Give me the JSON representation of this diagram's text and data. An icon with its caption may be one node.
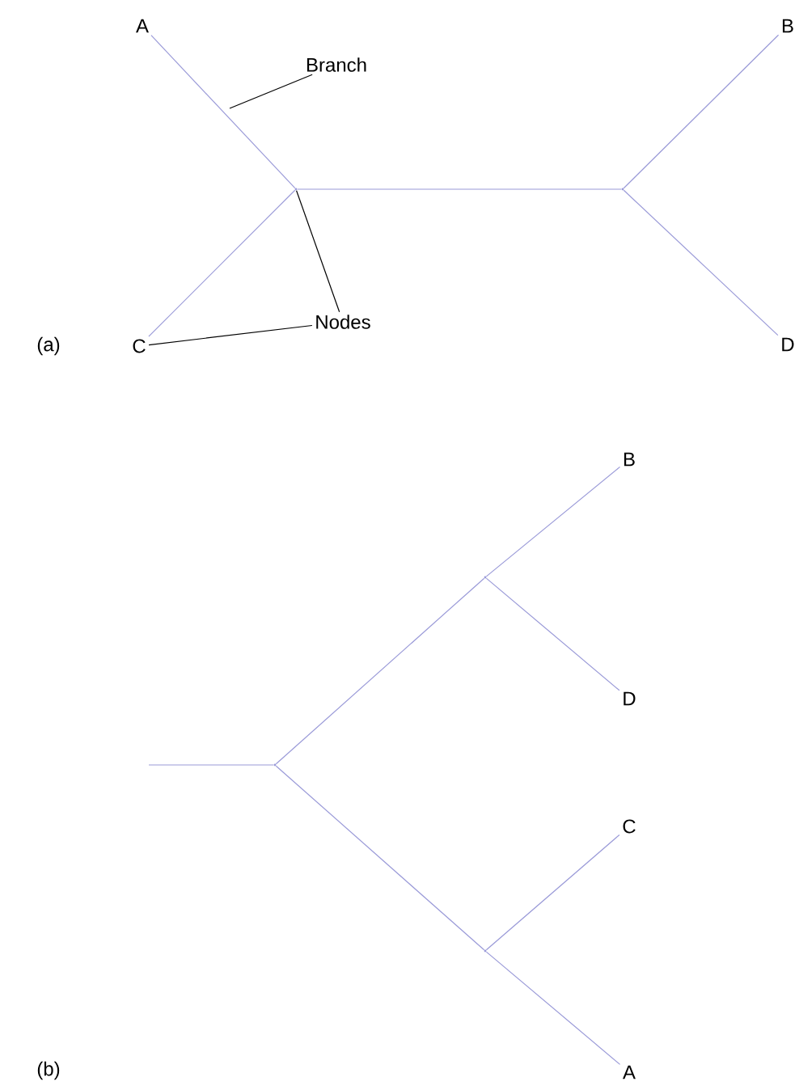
{
  "diagram": {
    "nodes": [
      {
        "text": [
          "A"
        ]
      },
      {
        "text": [
          "B"
        ]
      },
      {
        "text": [
          "Branch"
        ]
      },
      {
        "text": [],
        "shape": "point"
      },
      {
        "text": [],
        "shape": "point"
      },
      {
        "text": [
          "Nodes"
        ]
      },
      {
        "text": [
          "C"
        ]
      },
      {
        "text": [
          "D"
        ]
      },
      {
        "text": [
          "B"
        ]
      },
      {
        "text": [],
        "shape": "point"
      },
      {
        "text": [
          "D"
        ]
      },
      {
        "text": [],
        "shape": "point"
      },
      {
        "text": [
          "C"
        ]
      },
      {
        "text": [],
        "shape": "point"
      },
      {
        "text": [
          "A"
        ]
      }
    ],
    "edges": [
      {
        "from": 3,
        "to": 0,
        "arrow": "none"
      },
      {
        "from": 3,
        "to": 6,
        "arrow": "none"
      },
      {
        "from": 3,
        "to": 4,
        "arrow": "none"
      },
      {
        "from": 4,
        "to": 1,
        "arrow": "none"
      },
      {
        "from": 4,
        "to": 7,
        "arrow": "none"
      },
      {
        "from": 2,
        "to": null,
        "arrow": "none",
        "color": "#000000"
      },
      {
        "from": 5,
        "to": 3,
        "arrow": "none",
        "color": "#000000"
      },
      {
        "from": 5,
        "to": 6,
        "arrow": "none",
        "color": "#000000"
      },
      {
        "from": null,
        "to": 11,
        "arrow": "none"
      },
      {
        "from": 11,
        "to": 9,
        "arrow": "none"
      },
      {
        "from": 9,
        "to": 8,
        "arrow": "none"
      },
      {
        "from": 9,
        "to": 10,
        "arrow": "none"
      },
      {
        "from": 11,
        "to": 13,
        "arrow": "none"
      },
      {
        "from": 13,
        "to": 12,
        "arrow": "none"
      },
      {
        "from": 13,
        "to": 14,
        "arrow": "none"
      }
    ],
    "labels": [
      "(a)",
      "(b)"
    ]
  }
}
